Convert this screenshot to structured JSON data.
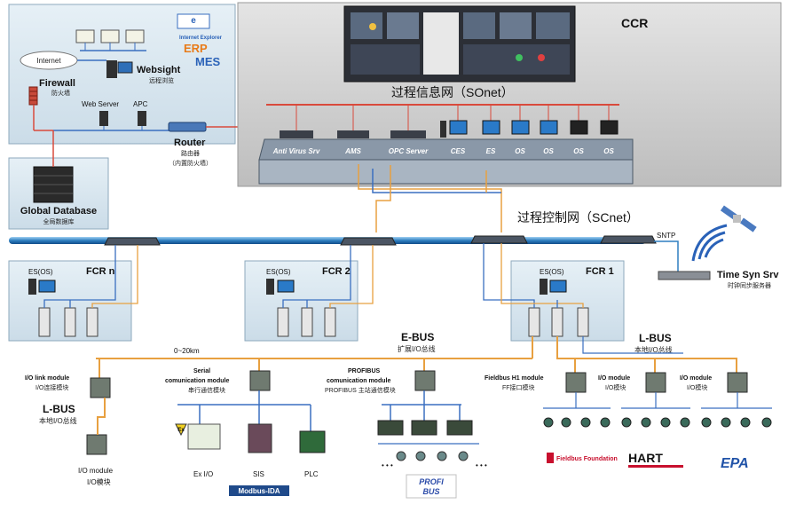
{
  "colors": {
    "ccr_bg": "#c8c8c8",
    "panel_bg": "#d7e6ef",
    "panel_border": "#6f8aa0",
    "link_orange": "#e8a040",
    "link_red": "#d94a3c",
    "link_blue": "#3a6fc0",
    "scnet_bus": "#2f7fc0",
    "label_red": "#c8102e",
    "label_blue": "#2153a8"
  },
  "office": {
    "internet": "Internet",
    "ie_logo": "Internet Explorer",
    "erp": "ERP",
    "mes": "MES",
    "websight": "Websight",
    "websight_sub": "远程浏览",
    "firewall": "Firewall",
    "firewall_sub": "防火墙",
    "web_server": "Web Server",
    "apc": "APC",
    "router": "Router",
    "router_sub1": "路由器",
    "router_sub2": "（内置防火墙）"
  },
  "global_db": {
    "title": "Global Database",
    "subtitle": "全局数据库"
  },
  "ccr": {
    "title": "CCR",
    "sonet": "过程信息网（SOnet）",
    "stations": [
      "Anti Virus Srv",
      "AMS",
      "OPC Server",
      "CES",
      "ES",
      "OS",
      "OS",
      "OS",
      "OS"
    ]
  },
  "scnet": {
    "label": "过程控制网（SCnet）",
    "sntp": "SNTP",
    "time_srv": "Time Syn Srv",
    "time_srv_sub": "时钟同步服务器"
  },
  "fcr": {
    "es_os": "ES(OS)",
    "names": [
      "FCR n",
      "FCR 2",
      "FCR 1"
    ]
  },
  "ebus": {
    "title": "E-BUS",
    "subtitle": "扩展I/O总线",
    "distance": "0~20km"
  },
  "lbus": {
    "title": "L-BUS",
    "subtitle": "本地I/O总线"
  },
  "modules": {
    "io_link": "I/O link module",
    "io_link_sub": "I/O连接模块",
    "serial": "Serial",
    "serial2": "comunication module",
    "serial_sub": "串行通信模块",
    "profibus": "PROFIBUS",
    "profibus2": "comunication module",
    "profibus_sub": "PROFIBUS 主站通信模块",
    "ff": "Fieldbus H1 module",
    "ff_sub": "FF接口模块",
    "io_module": "I/O module",
    "io_module_sub": "I/O模块",
    "io_module2": "I/O module",
    "io_module2_sub": "I/O模块",
    "io_module3": "I/O module",
    "io_module3_sub": "I/O模块"
  },
  "devices": {
    "ex": "Ex",
    "ex_io": "Ex I/O",
    "sis": "SIS",
    "plc": "PLC",
    "modbus": "Modbus-IDA",
    "profi_top": "PROFI",
    "profi_bottom": "BUS",
    "ellipsis": "• • •"
  },
  "logos": {
    "ff": "Fieldbus Foundation",
    "hart": "HART",
    "epa": "EPA"
  }
}
